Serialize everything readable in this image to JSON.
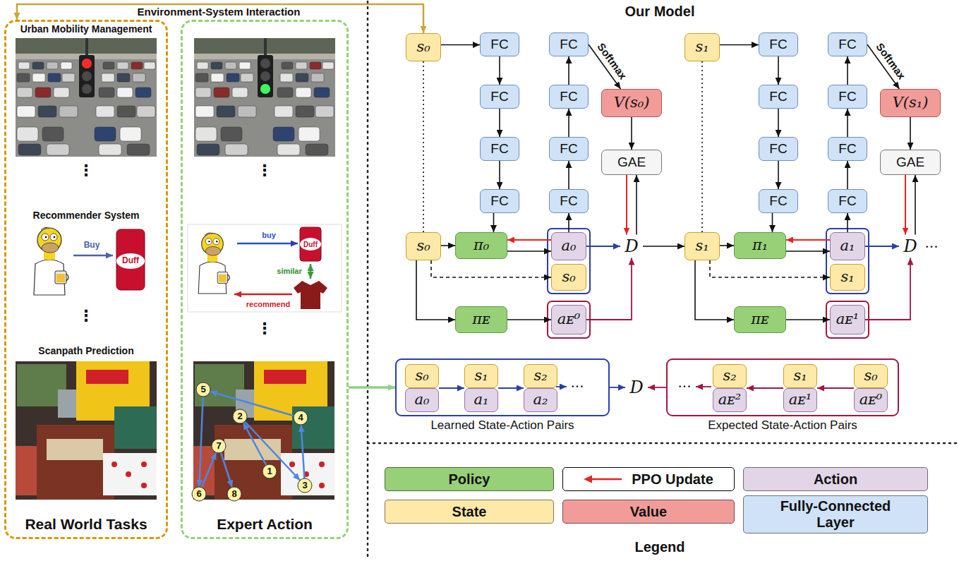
{
  "diagram": {
    "title": "Our Model",
    "nodes": [
      {
        "text": [
          "Real World Tasks"
        ]
      },
      {
        "text": [
          "Expert Action"
        ]
      },
      {
        "text": [
          "s₀"
        ]
      },
      {
        "text": [
          "FC"
        ]
      },
      {
        "text": [
          "FC"
        ]
      },
      {
        "text": [
          "FC"
        ]
      },
      {
        "text": [
          "FC"
        ]
      },
      {
        "text": [
          "FC"
        ]
      },
      {
        "text": [
          "FC"
        ]
      },
      {
        "text": [
          "FC"
        ]
      },
      {
        "text": [
          "FC"
        ]
      },
      {
        "text": [
          "V(s₀)"
        ]
      },
      {
        "text": [
          "GAE"
        ]
      },
      {
        "text": [
          "s₀"
        ]
      },
      {
        "text": [
          "π₀"
        ]
      },
      {
        "text": [
          "a₀"
        ]
      },
      {
        "text": [
          "s₀"
        ]
      },
      {
        "text": [
          "D"
        ]
      },
      {
        "text": [
          "πᴇ"
        ]
      },
      {
        "text": [
          "aᴇ⁰"
        ]
      },
      {
        "text": [
          "s₁"
        ]
      },
      {
        "text": [
          "FC"
        ]
      },
      {
        "text": [
          "FC"
        ]
      },
      {
        "text": [
          "FC"
        ]
      },
      {
        "text": [
          "FC"
        ]
      },
      {
        "text": [
          "FC"
        ]
      },
      {
        "text": [
          "FC"
        ]
      },
      {
        "text": [
          "FC"
        ]
      },
      {
        "text": [
          "FC"
        ]
      },
      {
        "text": [
          "V(s₁)"
        ]
      },
      {
        "text": [
          "GAE"
        ]
      },
      {
        "text": [
          "s₁"
        ]
      },
      {
        "text": [
          "π₁"
        ]
      },
      {
        "text": [
          "a₁"
        ]
      },
      {
        "text": [
          "s₁"
        ]
      },
      {
        "text": [
          "D"
        ]
      },
      {
        "text": [
          "πᴇ"
        ]
      },
      {
        "text": [
          "aᴇ¹"
        ]
      },
      {
        "text": [
          "Learned State-Action Pairs"
        ]
      },
      {
        "text": [
          "s₀"
        ],
        "in": 38
      },
      {
        "text": [
          "a₀"
        ],
        "in": 38
      },
      {
        "text": [
          "s₁"
        ],
        "in": 38
      },
      {
        "text": [
          "a₁"
        ],
        "in": 38
      },
      {
        "text": [
          "s₂"
        ],
        "in": 38
      },
      {
        "text": [
          "a₂"
        ],
        "in": 38
      },
      {
        "text": [
          "D"
        ]
      },
      {
        "text": [
          "Expected State-Action Pairs"
        ]
      },
      {
        "text": [
          "s₂"
        ],
        "in": 46
      },
      {
        "text": [
          "aᴇ²"
        ],
        "in": 46
      },
      {
        "text": [
          "s₁"
        ],
        "in": 46
      },
      {
        "text": [
          "aᴇ¹"
        ],
        "in": 46
      },
      {
        "text": [
          "s₀"
        ],
        "in": 46
      },
      {
        "text": [
          "aᴇ⁰"
        ],
        "in": 46
      }
    ],
    "edges": [
      {
        "from": 0,
        "to": 2,
        "arrow": "both",
        "label": "Environment-System Interaction"
      },
      {
        "from": 1,
        "to": 38,
        "arrow": "to"
      },
      {
        "from": 2,
        "to": 3,
        "arrow": "to"
      },
      {
        "from": 3,
        "to": 4,
        "arrow": "to"
      },
      {
        "from": 4,
        "to": 5,
        "arrow": "to"
      },
      {
        "from": 5,
        "to": 6,
        "arrow": "to"
      },
      {
        "from": 6,
        "to": 14,
        "arrow": "to"
      },
      {
        "from": 2,
        "to": 13,
        "arrow": "none"
      },
      {
        "from": 13,
        "to": 14,
        "arrow": "to"
      },
      {
        "from": 14,
        "to": 15,
        "arrow": "to"
      },
      {
        "from": 15,
        "to": 14,
        "arrow": "to"
      },
      {
        "from": 13,
        "to": 16,
        "arrow": "to"
      },
      {
        "from": 13,
        "to": 18,
        "arrow": "to"
      },
      {
        "from": 18,
        "to": 19,
        "arrow": "to"
      },
      {
        "from": 15,
        "to": 10,
        "arrow": "to"
      },
      {
        "from": 10,
        "to": 9,
        "arrow": "to"
      },
      {
        "from": 9,
        "to": 8,
        "arrow": "to"
      },
      {
        "from": 8,
        "to": 7,
        "arrow": "to"
      },
      {
        "from": 7,
        "to": 11,
        "arrow": "to",
        "label": "Softmax"
      },
      {
        "from": 11,
        "to": 12,
        "arrow": "to"
      },
      {
        "from": 12,
        "to": 17,
        "arrow": "to"
      },
      {
        "from": 17,
        "to": 12,
        "arrow": "to"
      },
      {
        "from": 15,
        "to": 17,
        "arrow": "to"
      },
      {
        "from": 19,
        "to": 17,
        "arrow": "to"
      },
      {
        "from": 17,
        "to": 31,
        "arrow": "to"
      },
      {
        "from": 20,
        "to": 21,
        "arrow": "to"
      },
      {
        "from": 21,
        "to": 22,
        "arrow": "to"
      },
      {
        "from": 22,
        "to": 23,
        "arrow": "to"
      },
      {
        "from": 23,
        "to": 24,
        "arrow": "to"
      },
      {
        "from": 24,
        "to": 32,
        "arrow": "to"
      },
      {
        "from": 20,
        "to": 31,
        "arrow": "none"
      },
      {
        "from": 31,
        "to": 32,
        "arrow": "to"
      },
      {
        "from": 32,
        "to": 33,
        "arrow": "to"
      },
      {
        "from": 33,
        "to": 32,
        "arrow": "to"
      },
      {
        "from": 31,
        "to": 34,
        "arrow": "to"
      },
      {
        "from": 31,
        "to": 36,
        "arrow": "to"
      },
      {
        "from": 36,
        "to": 37,
        "arrow": "to"
      },
      {
        "from": 33,
        "to": 28,
        "arrow": "to"
      },
      {
        "from": 28,
        "to": 27,
        "arrow": "to"
      },
      {
        "from": 27,
        "to": 26,
        "arrow": "to"
      },
      {
        "from": 26,
        "to": 25,
        "arrow": "to"
      },
      {
        "from": 25,
        "to": 29,
        "arrow": "to",
        "label": "Softmax"
      },
      {
        "from": 29,
        "to": 30,
        "arrow": "to"
      },
      {
        "from": 30,
        "to": 35,
        "arrow": "to"
      },
      {
        "from": 35,
        "to": 30,
        "arrow": "to"
      },
      {
        "from": 33,
        "to": 35,
        "arrow": "to"
      },
      {
        "from": 37,
        "to": 35,
        "arrow": "to"
      },
      {
        "from": 39,
        "to": 41,
        "arrow": "to"
      },
      {
        "from": 41,
        "to": 43,
        "arrow": "to"
      },
      {
        "from": 38,
        "to": 45,
        "arrow": "to"
      },
      {
        "from": 51,
        "to": 49,
        "arrow": "to"
      },
      {
        "from": 49,
        "to": 47,
        "arrow": "to"
      },
      {
        "from": 46,
        "to": 45,
        "arrow": "to"
      }
    ],
    "labels": [
      "Urban Mobility Management",
      "⋮",
      "Recommender System",
      "Buy",
      "Duff",
      "⋮",
      "Scanpath Prediction",
      "⋮",
      "buy",
      "Duff",
      "similar",
      "recommend",
      "⋮",
      "1",
      "2",
      "3",
      "4",
      "5",
      "6",
      "7",
      "8",
      "...",
      "...",
      "...",
      "Legend"
    ],
    "legend": [
      {
        "text": "Policy",
        "color": "#97d077"
      },
      {
        "text": "PPO Update"
      },
      {
        "text": "Action",
        "color": "#e1d5e7"
      },
      {
        "text": "State",
        "color": "#ffe9a8"
      },
      {
        "text": "Value",
        "color": "#f19c99"
      },
      {
        "text": "Fully-Connected Layer",
        "color": "#cfe2f7"
      }
    ]
  }
}
